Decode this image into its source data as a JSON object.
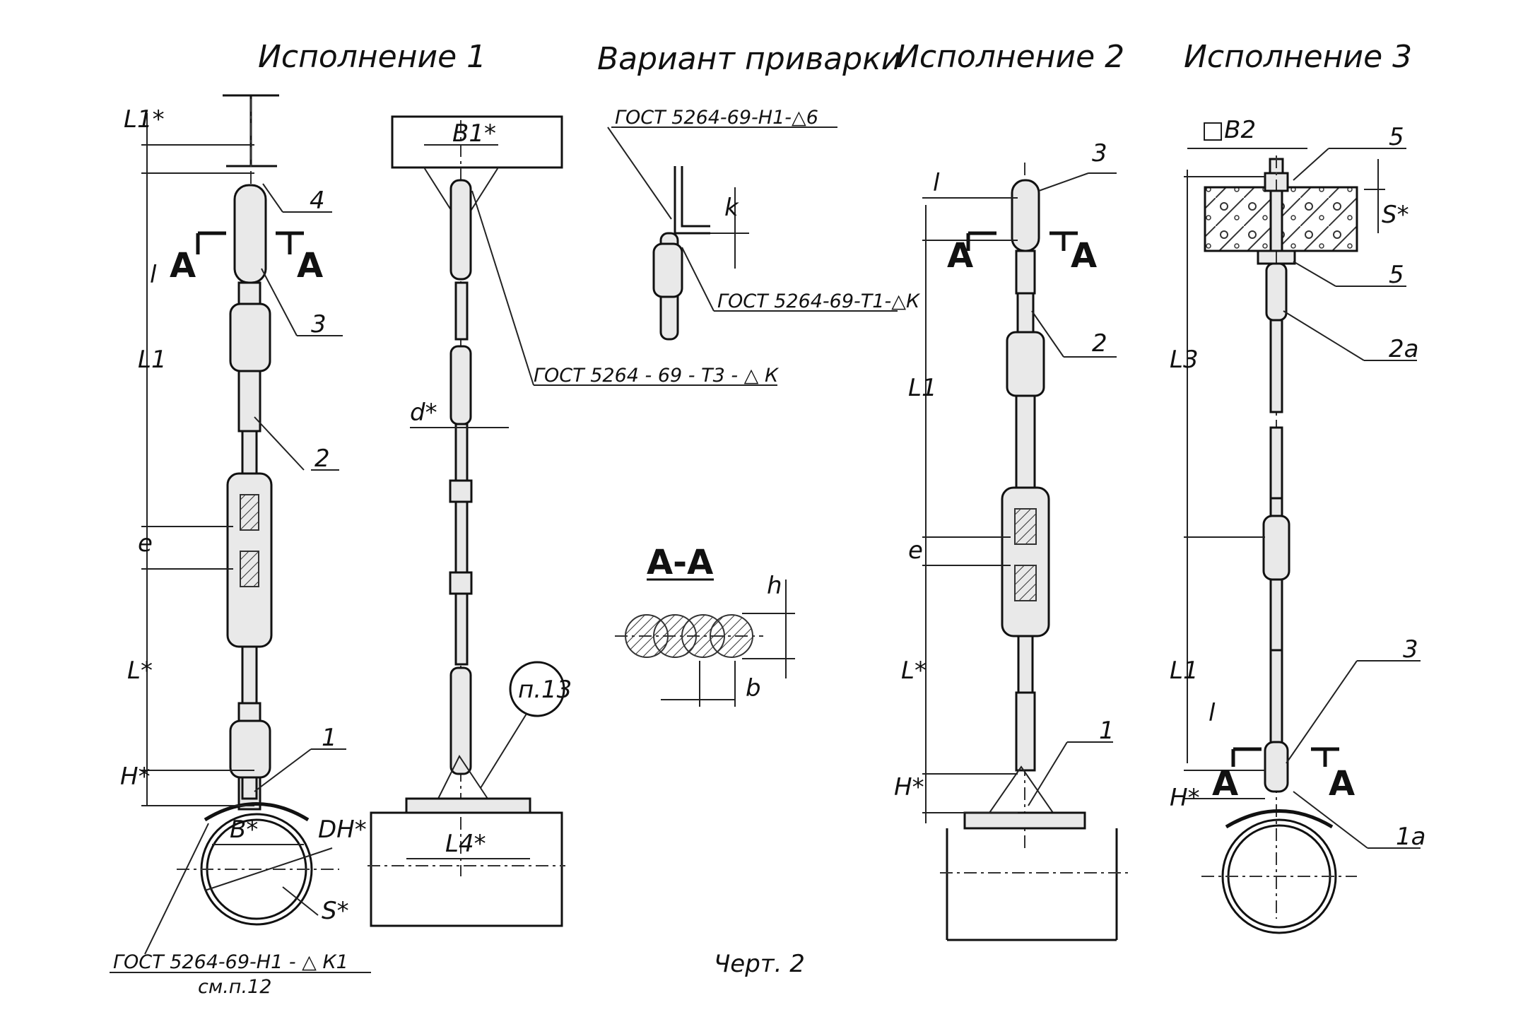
{
  "titles": {
    "ispolnenie_1": "Исполнение 1",
    "variant_privarki": "Вариант приварки",
    "ispolnenie_2": "Исполнение 2",
    "ispolnenie_3": "Исполнение 3"
  },
  "standards": {
    "h1_d6": "ГОСТ 5264-69-Н1-△6",
    "t1_dk": "ГОСТ 5264-69-Т1-△К",
    "t3_dk": "ГОСТ 5264 - 69 - Т3 - △ К",
    "h1_dk1": "ГОСТ 5264-69-Н1 - △ К1",
    "see_note": "см.п.12"
  },
  "section": "А-А",
  "note_ref": "п.13",
  "caption": "Черт. 2",
  "labels": {
    "A": "А",
    "L1_star": "L1*",
    "L1": "L1",
    "L_star": "L*",
    "L3": "L3",
    "l": "l",
    "e": "e",
    "H_star": "H*",
    "B_star": "B*",
    "B1_star": "B1*",
    "B2": "□B2",
    "DH_star": "DH*",
    "S_star": "S*",
    "S_wall": "S*",
    "d_star": "d*",
    "L4_star": "L4*",
    "k": "k",
    "h": "h",
    "b": "b"
  },
  "parts": {
    "p1": "1",
    "p1a": "1a",
    "p2": "2",
    "p2a": "2a",
    "p3": "3",
    "p4": "4",
    "p5": "5"
  }
}
